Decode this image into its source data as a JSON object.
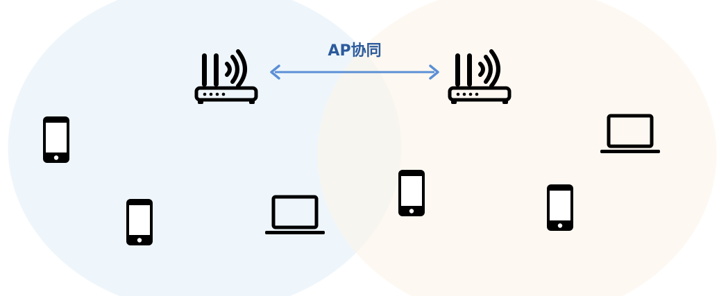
{
  "diagram": {
    "label": "AP协同",
    "colors": {
      "left_zone": "#eef6fb",
      "right_zone": "#fdf7ee",
      "arrow": "#5b8fd6",
      "label": "#2c5b9c",
      "icons": "#000000"
    },
    "nodes": [
      {
        "type": "router",
        "zone": "left"
      },
      {
        "type": "router",
        "zone": "right"
      },
      {
        "type": "phone",
        "zone": "left"
      },
      {
        "type": "phone",
        "zone": "left"
      },
      {
        "type": "laptop",
        "zone": "left"
      },
      {
        "type": "phone",
        "zone": "right"
      },
      {
        "type": "phone",
        "zone": "right"
      },
      {
        "type": "laptop",
        "zone": "right"
      }
    ]
  }
}
